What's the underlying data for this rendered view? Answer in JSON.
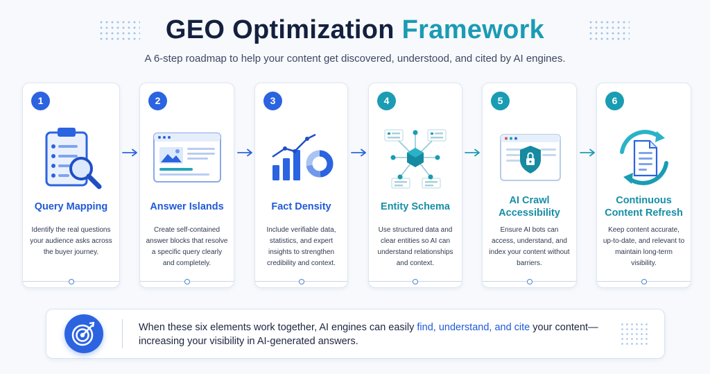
{
  "header": {
    "title_main": "GEO Optimization",
    "title_accent": "Framework",
    "subtitle": "A 6-step roadmap to help your content get discovered, understood, and cited by AI engines."
  },
  "steps": [
    {
      "number": "1",
      "title": "Query Mapping",
      "description": "Identify the real questions your audience asks across the buyer journey.",
      "icon": "clipboard-magnifier-icon"
    },
    {
      "number": "2",
      "title": "Answer Islands",
      "description": "Create self-contained answer blocks that resolve a specific query clearly and completely.",
      "icon": "browser-content-icon"
    },
    {
      "number": "3",
      "title": "Fact Density",
      "description": "Include verifiable data, statistics, and expert insights to strengthen credibility and context.",
      "icon": "bar-chart-icon"
    },
    {
      "number": "4",
      "title": "Entity Schema",
      "description": "Use structured data and clear entities so AI can understand relationships and context.",
      "icon": "entity-network-icon"
    },
    {
      "number": "5",
      "title": "AI Crawl Accessibility",
      "description": "Ensure AI bots can access, understand, and index your content without barriers.",
      "icon": "browser-shield-icon"
    },
    {
      "number": "6",
      "title": "Continuous Content Refresh",
      "description": "Keep content accurate, up-to-date, and relevant to maintain long-term visibility.",
      "icon": "document-refresh-icon"
    }
  ],
  "footer": {
    "text_before": "When these six elements work together, AI engines can easily ",
    "highlight": "find, understand, and cite",
    "text_after": " your content—increasing your visibility in AI-generated answers.",
    "icon": "target-arrow-icon"
  },
  "colors": {
    "blue": "#2b63e0",
    "teal": "#1a9cb3",
    "navy": "#14203f",
    "accent": "#1b9bb3"
  }
}
